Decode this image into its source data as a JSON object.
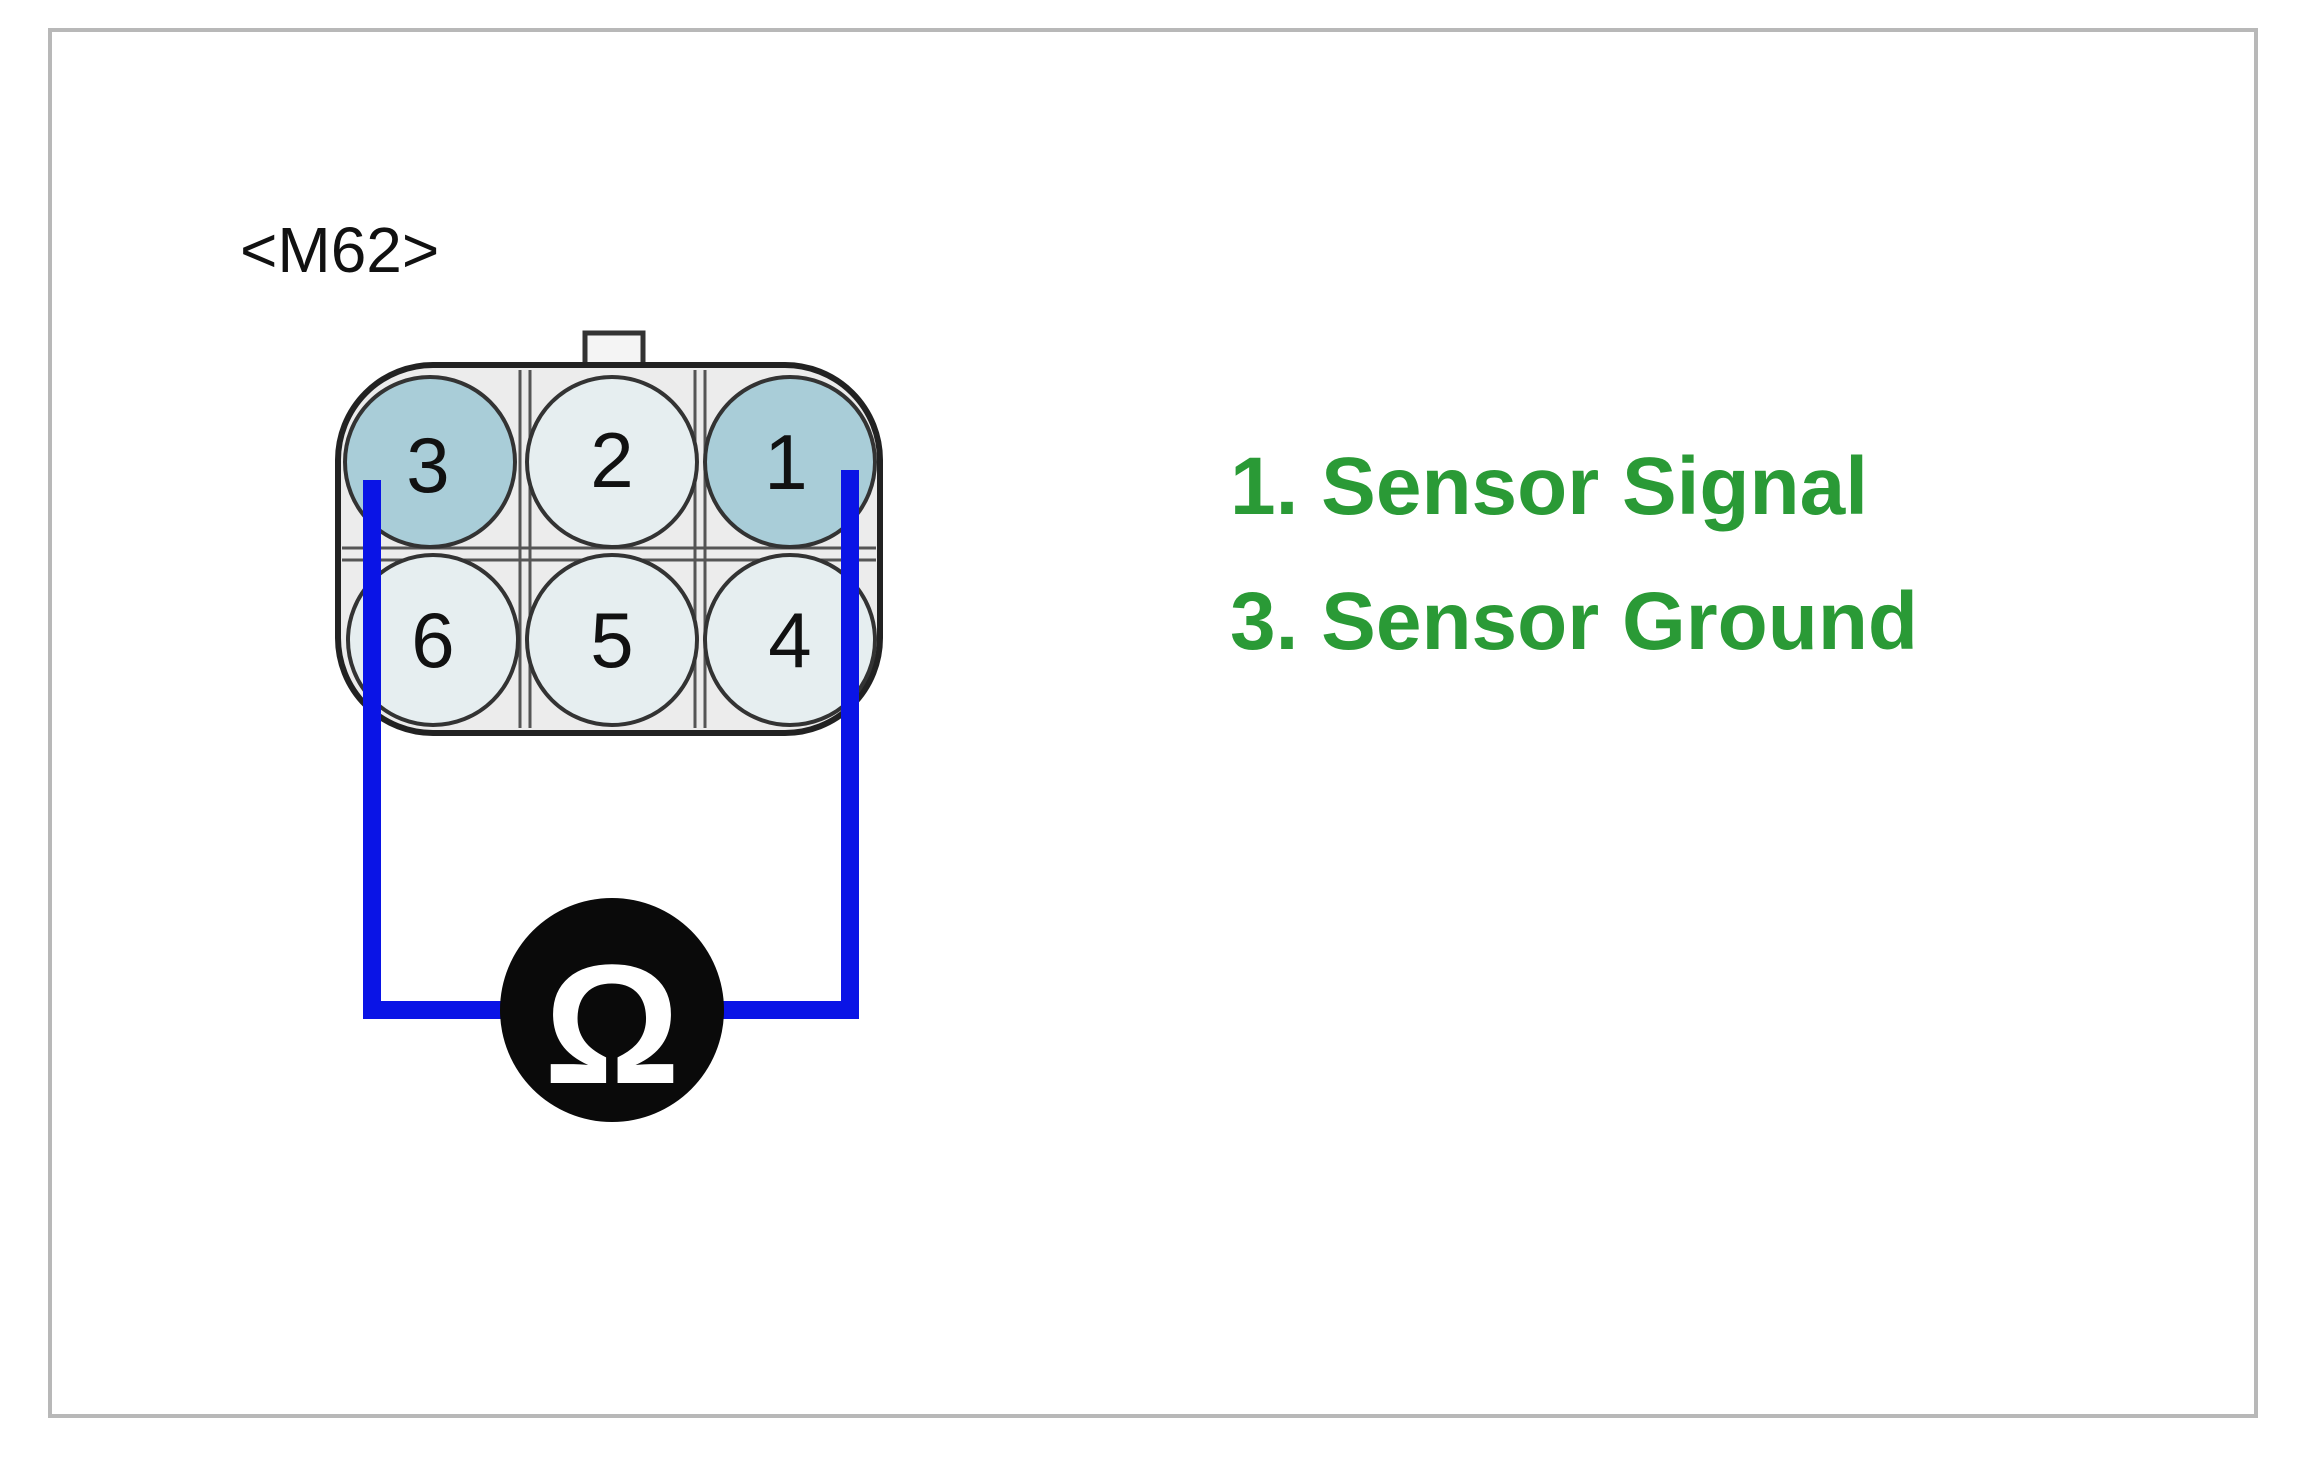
{
  "connector": {
    "id_label": "<M62>",
    "pins": [
      {
        "number": "3",
        "highlighted": true
      },
      {
        "number": "2",
        "highlighted": false
      },
      {
        "number": "1",
        "highlighted": true
      },
      {
        "number": "6",
        "highlighted": false
      },
      {
        "number": "5",
        "highlighted": false
      },
      {
        "number": "4",
        "highlighted": false
      }
    ]
  },
  "meter": {
    "symbol": "Ω",
    "icon": "ohmmeter-icon"
  },
  "legend": [
    {
      "text": "1. Sensor Signal"
    },
    {
      "text": "3. Sensor Ground"
    }
  ],
  "colors": {
    "wire": "#0a14e6",
    "highlight_pin": "#a9cdd8",
    "normal_pin": "#e6eef0",
    "legend_text": "#2a9a36",
    "frame_border": "#b8b8b8"
  }
}
